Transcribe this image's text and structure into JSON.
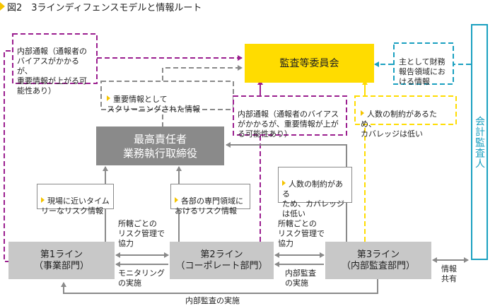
{
  "title": "図2　3ラインディフェンスモデルと情報ルート",
  "colors": {
    "purple": "#9b1f8f",
    "gray": "#8a8a8a",
    "yellow": "#ffdc00",
    "cyan": "#1aa0c0",
    "bullet": "#f5c400"
  },
  "nodes": {
    "audit_committee": "監査等委員会",
    "ceo": "最高責任者\n業務執行取締役",
    "line1": "第1ライン\n（事業部門）",
    "line2": "第2ライン\n（コーポレート部門）",
    "line3": "第3ライン\n（内部監査部門）",
    "external_auditor": "会計監査人"
  },
  "notes": {
    "whistle_left": "内部通報（通報者の\nバイアスがかかるが、\n重要情報が上がる可\n能性あり）",
    "whistle_mid": "内部通報（通報者のバイアス\nがかかるが、重要情報が上が\nる可能性あり）",
    "screened": "重要情報として\nスクリーニングされた情報",
    "financial": "主として財務\n報告領域にお\nける情報",
    "coverage_top": "人数の制約があるため、\nカバレッジは低い",
    "line1_info": "現場に近いタイム\nリーなリスク情報",
    "line2_info": "各部の専門領域に\nおけるリスク情報",
    "line3_info": "人数の制約がある\nため、カバレッジ\nは低い"
  },
  "labels": {
    "coop_12": "所轄ごとの\nリスク管理で\n協力",
    "monitor_12": "モニタリング\nの実施",
    "coop_23": "所轄ごとの\nリスク管理で\n協力",
    "audit_23": "内部監査\nの実施",
    "audit_31": "内部監査の実施",
    "info_share": "情報\n共有"
  }
}
